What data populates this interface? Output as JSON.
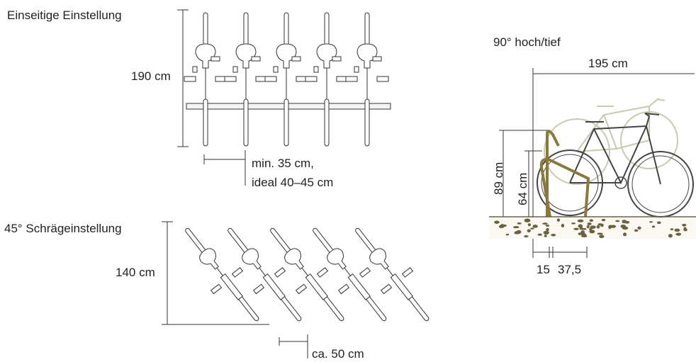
{
  "top": {
    "title": "Einseitige Einstellung",
    "height": "190 cm",
    "spacing_1": "min. 35 cm,",
    "spacing_2": "ideal 40–45 cm",
    "bike_count": 5
  },
  "diag": {
    "title": "45° Schrägeinstellung",
    "height": "140 cm",
    "spacing": "ca. 50 cm",
    "bike_count": 5
  },
  "side": {
    "title": "90° hoch/tief",
    "width": "195 cm",
    "height_high": "89 cm",
    "height_low": "64 cm",
    "offset_a": "15",
    "offset_b": "37,5"
  },
  "colors": {
    "line": "#333333",
    "rack": "#8a7a3a",
    "ghost": "#c9c9b0",
    "ground": "#6b6040"
  }
}
